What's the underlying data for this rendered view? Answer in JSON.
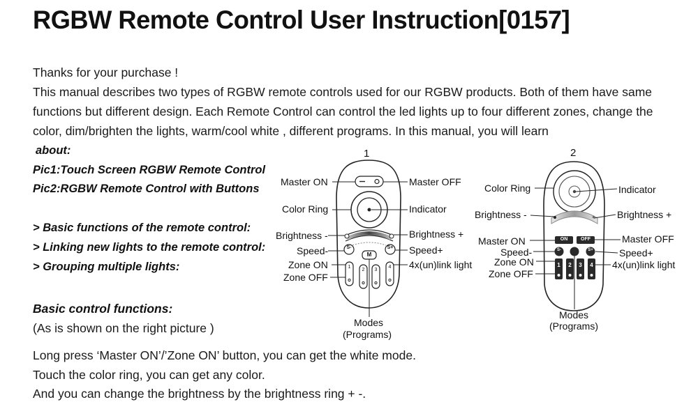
{
  "title": "RGBW Remote Control User Instruction[0157]",
  "intro": {
    "thanks": "Thanks for your purchase !",
    "lines": [
      "This manual describes two types of RGBW remote controls used for our RGBW products. Both of them have same",
      "functions but different design. Each Remote Control can control the led lights up to four different zones, change the",
      "color, dim/brighten the lights, warm/cool white , different programs. In this manual, you will learn"
    ]
  },
  "about": {
    "heading": "about:",
    "pic1": "Pic1:Touch Screen RGBW Remote Control",
    "pic2": "Pic2:RGBW Remote Control with Buttons"
  },
  "topics": [
    "> Basic functions of the remote control:",
    "> Linking new lights to the remote control:",
    "> Grouping multiple lights:"
  ],
  "basic": {
    "heading": "Basic control functions:",
    "note": "(As is shown on the right picture )"
  },
  "instructions": [
    "Long press ‘Master ON’/’Zone ON’ button, you can get the white mode.",
    "Touch the color ring, you can get any color.",
    "And you can change the brightness by the brightness ring + -."
  ],
  "remote1": {
    "number": "1",
    "labels": {
      "master_on": "Master ON",
      "master_off": "Master OFF",
      "color_ring": "Color Ring",
      "indicator": "Indicator",
      "brightness_minus": "Brightness -",
      "brightness_plus": "Brightness +",
      "speed_minus": "Speed-",
      "speed_plus": "Speed+",
      "zone_on": "Zone ON",
      "zone_off": "Zone OFF",
      "link": "4x(un)link light",
      "modes": "Modes",
      "programs": "(Programs)"
    },
    "buttons": {
      "mode": "M",
      "speed_minus": "S-",
      "speed_plus": "S+",
      "zones": [
        "1",
        "2",
        "3",
        "4"
      ]
    }
  },
  "remote2": {
    "number": "2",
    "labels": {
      "color_ring": "Color Ring",
      "indicator": "Indicator",
      "brightness_minus": "Brightness -",
      "brightness_plus": "Brightness +",
      "master_on": "Master ON",
      "master_off": "Master OFF",
      "speed_minus": "Speed-",
      "speed_plus": "Speed+",
      "zone_on": "Zone ON",
      "zone_off": "Zone OFF",
      "link": "4x(un)link light",
      "modes": "Modes",
      "programs": "(Programs)"
    },
    "buttons": {
      "on": "ON",
      "off": "OFF",
      "speed_minus": "S-",
      "speed_plus": "S+",
      "zones": [
        "1",
        "2",
        "3",
        "4"
      ]
    }
  }
}
